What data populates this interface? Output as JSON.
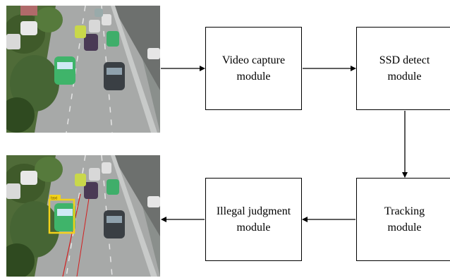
{
  "modules": {
    "video_capture": {
      "line1": "Video capture",
      "line2": "module"
    },
    "ssd_detect": {
      "line1": "SSD detect",
      "line2": "module"
    },
    "tracking": {
      "line1": "Tracking",
      "line2": "module"
    },
    "illegal_judgment": {
      "line1": "Illegal judgment",
      "line2": "module"
    }
  },
  "detection_label": "taxi",
  "colors": {
    "detection_box": "#f2d21a",
    "lane_line": "#d22020",
    "taxi": "#2fae5a"
  }
}
